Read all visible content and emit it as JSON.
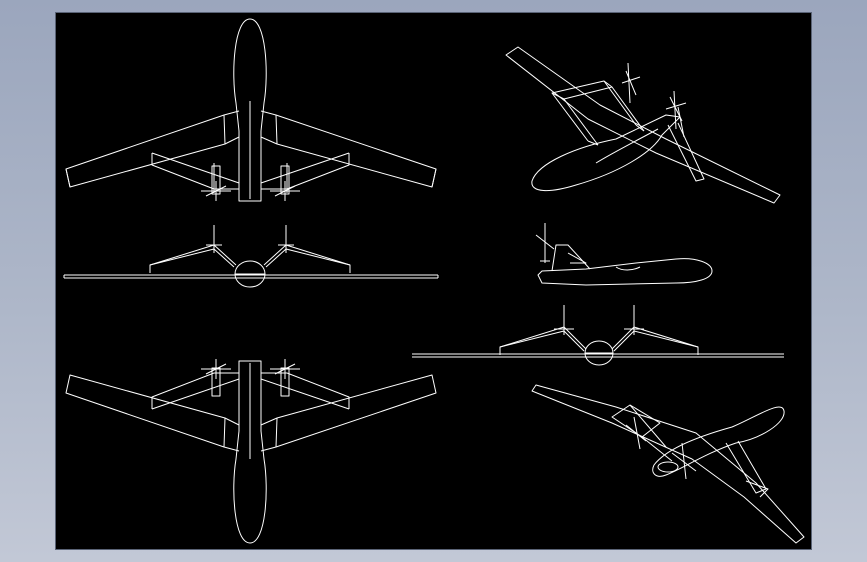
{
  "colors": {
    "background_gradient_top": "#9ba6bd",
    "background_gradient_bottom": "#c2c8d6",
    "viewport": "#000000",
    "line": "#ffffff"
  },
  "views": [
    {
      "id": "top-view",
      "label": ""
    },
    {
      "id": "front-view",
      "label": ""
    },
    {
      "id": "bottom-view",
      "label": ""
    },
    {
      "id": "isometric-view-upper",
      "label": ""
    },
    {
      "id": "side-view",
      "label": ""
    },
    {
      "id": "rear-view",
      "label": ""
    },
    {
      "id": "isometric-view-lower",
      "label": ""
    }
  ]
}
